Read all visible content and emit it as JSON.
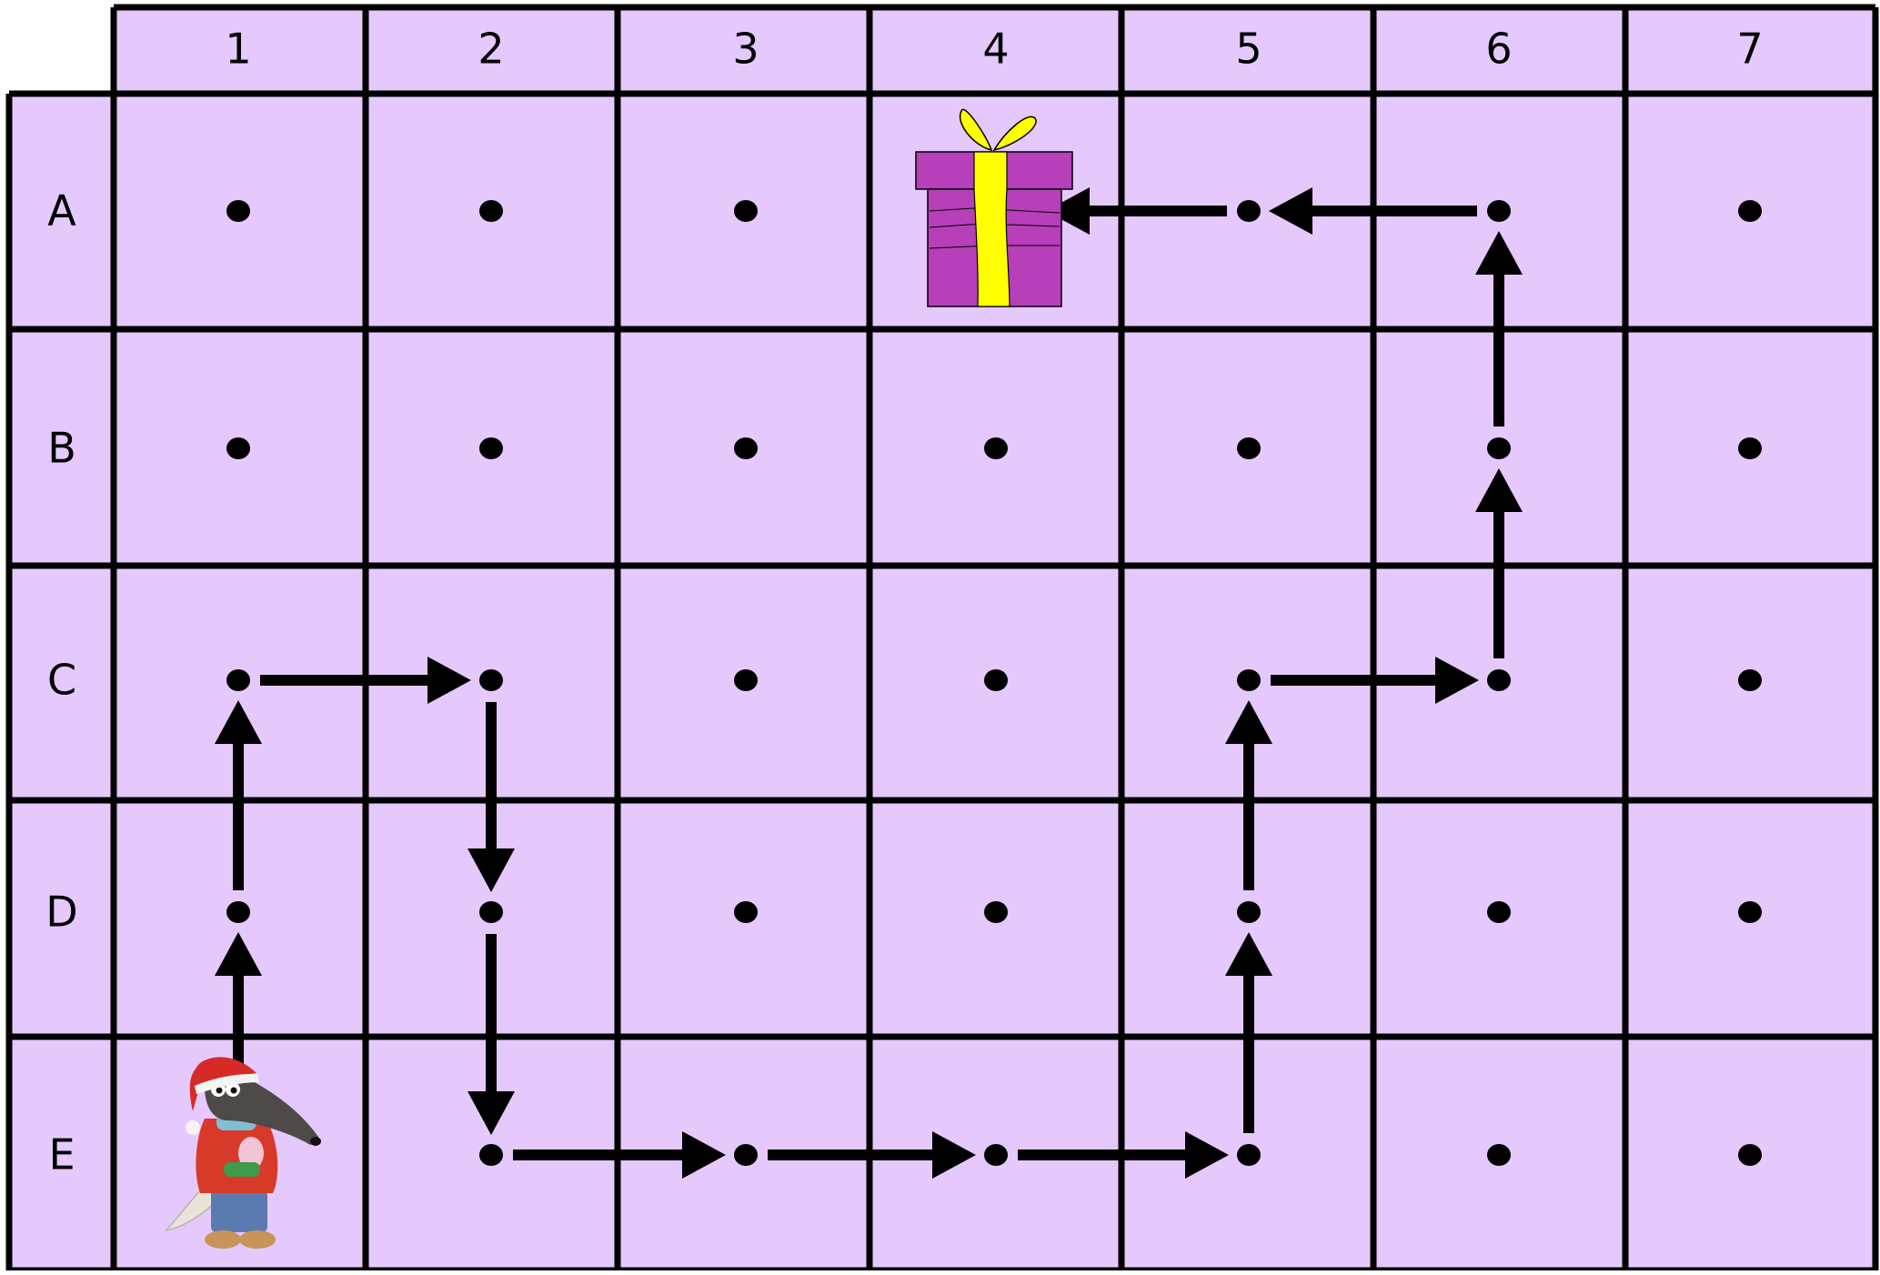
{
  "board": {
    "columns": [
      "1",
      "2",
      "3",
      "4",
      "5",
      "6",
      "7"
    ],
    "rows": [
      "A",
      "B",
      "C",
      "D",
      "E"
    ]
  },
  "colors": {
    "cell_fill": "#e5c9fd",
    "grid_line": "#000000",
    "dot": "#000000",
    "arrow": "#000000",
    "gift_box": "#b73fb9",
    "gift_ribbon": "#ffff00"
  },
  "start": {
    "row": "E",
    "col": "1",
    "icon": "anteater-santa-hat-icon"
  },
  "goal": {
    "row": "A",
    "col": "4",
    "icon": "gift-icon"
  },
  "path": [
    "E1",
    "D1",
    "C1",
    "C2",
    "D2",
    "E2",
    "E3",
    "E4",
    "E5",
    "D5",
    "C5",
    "C6",
    "B6",
    "A6",
    "A5",
    "A4"
  ]
}
